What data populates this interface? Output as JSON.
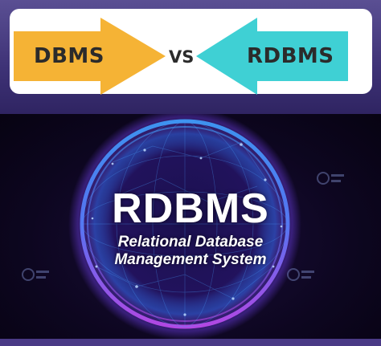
{
  "comparison": {
    "left_label": "DBMS",
    "separator": "VS",
    "right_label": "RDBMS"
  },
  "hero": {
    "title": "RDBMS",
    "subtitle_line_1": "Relational Database",
    "subtitle_line_2": "Management System"
  },
  "colors": {
    "left_arrow": "#f5b335",
    "right_arrow": "#3fd0d4",
    "globe_glow": "#8a4cf0",
    "globe_blue": "#2f86ff"
  },
  "icons": {
    "left_arrow": "arrow-right-icon",
    "right_arrow": "arrow-left-icon",
    "watermark": "watermark-logo-icon"
  }
}
